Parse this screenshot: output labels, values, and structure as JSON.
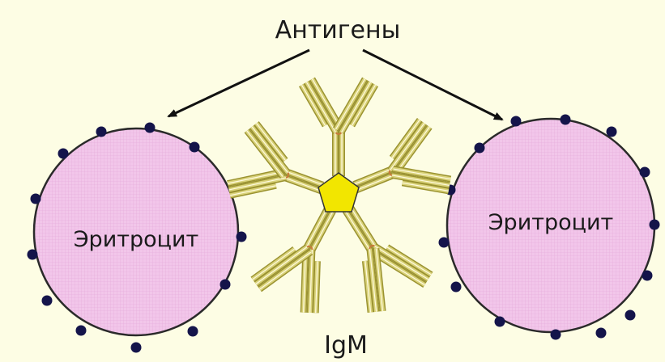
{
  "diagram": {
    "title": "Антигены",
    "molecule_label": "IgM",
    "cell_left_label": "Эритроцит",
    "cell_right_label": "Эритроцит"
  },
  "colors": {
    "background": "#fdfde4",
    "cell_fill": "#f2c6ea",
    "cell_stroke": "#2a2a2a",
    "antigen_dot": "#14144a",
    "antibody_chain": "#d9d27a",
    "antibody_chain_dark": "#9a9230",
    "hinge": "#c87a3a",
    "j_chain": "#f2e600",
    "arrow": "#111111"
  }
}
